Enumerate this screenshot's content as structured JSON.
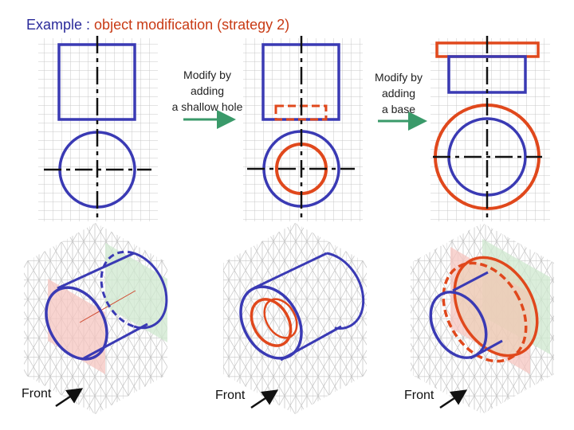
{
  "title": {
    "lead": "Example : ",
    "rest": "object modification (strategy 2)"
  },
  "steps": [
    {
      "line1": "Modify by",
      "line2": "adding",
      "line3": "a shallow hole"
    },
    {
      "line1": "Modify by",
      "line2": "adding",
      "line3": "a base"
    }
  ],
  "front_labels": [
    "Front",
    "Front",
    "Front"
  ],
  "colors": {
    "original_object": "#3a3ab4",
    "modification": "#e0481c",
    "arrow": "#3a9a6a",
    "grid": "#c8c8c8",
    "front_plane": "#f5c6c0",
    "side_plane": "#cfe8cf"
  }
}
